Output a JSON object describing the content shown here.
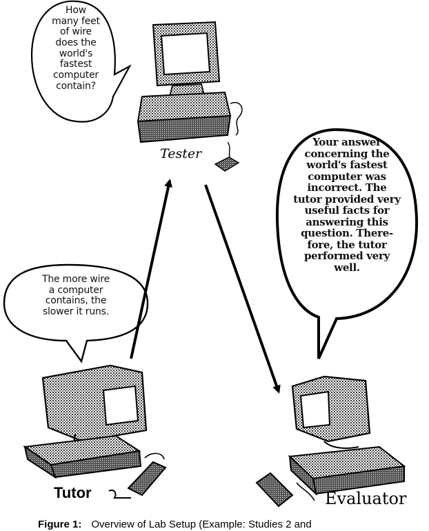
{
  "tester": {
    "label": "Tester",
    "question": "How\nmany feet\nof wire\ndoes the\nworld's\nfastest\ncomputer\ncontain?"
  },
  "tutor": {
    "label": "Tutor",
    "statement": "The more wire\na computer\ncontains, the\nslower it runs."
  },
  "evaluator": {
    "label": "Evaluator",
    "feedback": "Your answer\nconcerning the\nworld's fastest\ncomputer was\nincorrect.  The\ntutor provided very\nuseful facts for\nanswering this\nquestion. There-\nfore, the tutor\nperformed very\nwell."
  },
  "caption": {
    "head": "Figure 1:",
    "text": "Overview of Lab Setup (Example:  Studies 2 and"
  }
}
